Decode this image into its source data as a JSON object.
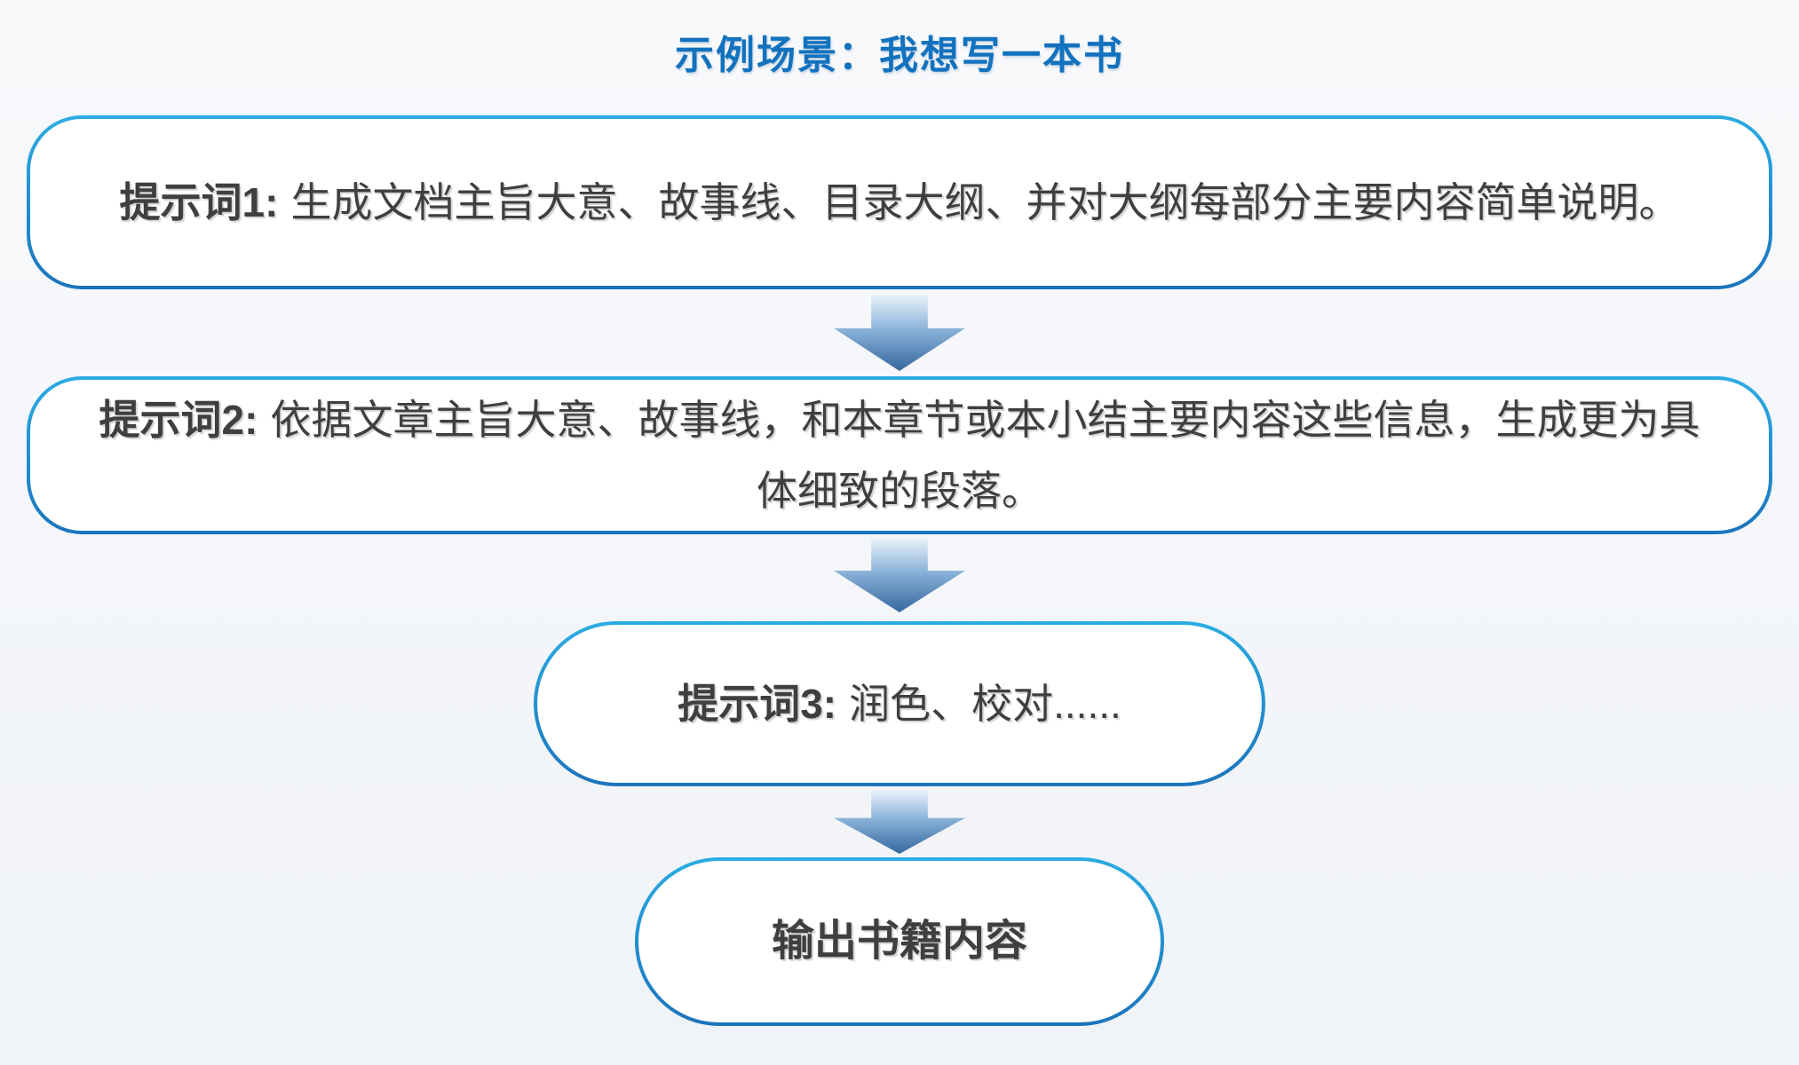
{
  "title": "示例场景：我想写一本书",
  "colors": {
    "page-bg-top": "#F8F9FB",
    "page-bg-bottom": "#F0F3F7",
    "title-color": "#1272BE",
    "border-top": "#2BACE2",
    "border-bottom": "#1B74BC",
    "box-bg": "#FFFFFF",
    "text-color": "#3F3F3F",
    "arrow-top": "#EAF3FB",
    "arrow-mid": "#86AFD6",
    "arrow-bottom": "#35679E"
  },
  "flowchart": {
    "steps": [
      {
        "id": "prompt-1",
        "label": "提示词1:",
        "text": "生成文档主旨大意、故事线、目录大纲、并对大纲每部分主要内容简单说明。"
      },
      {
        "id": "prompt-2",
        "label": "提示词2:",
        "text": "依据文章主旨大意、故事线，和本章节或本小结主要内容这些信息，生成更为具体细致的段落。"
      },
      {
        "id": "prompt-3",
        "label": "提示词3:",
        "text": "润色、校对......"
      },
      {
        "id": "output",
        "label": "",
        "text": "输出书籍内容"
      }
    ]
  }
}
